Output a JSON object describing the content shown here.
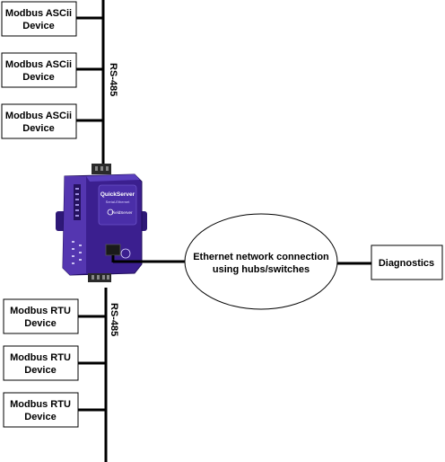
{
  "bus": {
    "top_label": "RS-485",
    "bottom_label": "RS-485"
  },
  "ascii_devices": [
    {
      "line1": "Modbus ASCii",
      "line2": "Device"
    },
    {
      "line1": "Modbus ASCii",
      "line2": "Device"
    },
    {
      "line1": "Modbus ASCii",
      "line2": "Device"
    }
  ],
  "rtu_devices": [
    {
      "line1": "Modbus RTU",
      "line2": "Device"
    },
    {
      "line1": "Modbus RTU",
      "line2": "Device"
    },
    {
      "line1": "Modbus RTU",
      "line2": "Device"
    }
  ],
  "gateway": {
    "brand": "QuickServer",
    "model": "Serial-Ethernet",
    "sub_brand": "FieldServer",
    "color": "#3b1f8f"
  },
  "network": {
    "line1": "Ethernet network connection",
    "line2": "using hubs/switches"
  },
  "diagnostics": {
    "label": "Diagnostics"
  }
}
